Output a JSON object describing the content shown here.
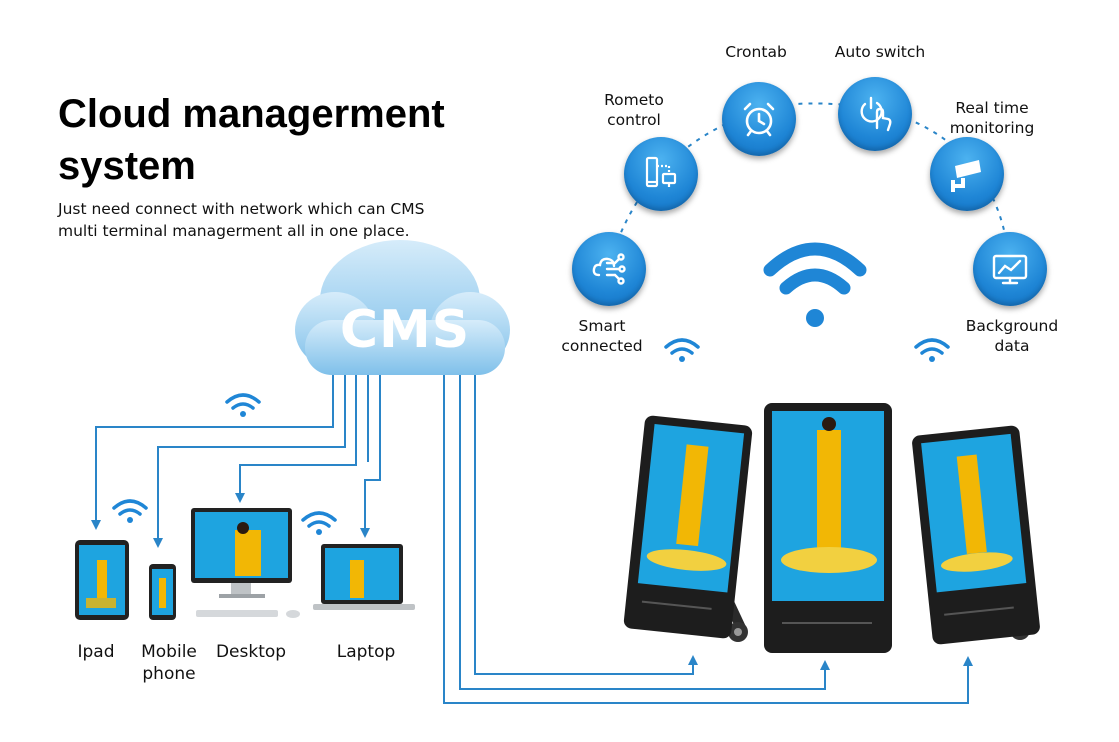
{
  "header": {
    "title_line1": "Cloud managerment",
    "title_line2": "system",
    "subtitle_line1": "Just need connect with network which can CMS",
    "subtitle_line2": "multi terminal managerment all in one place."
  },
  "cloud": {
    "label": "CMS"
  },
  "features": [
    {
      "line1": "Smart",
      "line2": "connected",
      "icon": "cloud-network-icon"
    },
    {
      "line1": "Rometo",
      "line2": "control",
      "icon": "remote-display-icon"
    },
    {
      "line1": "Crontab",
      "line2": "",
      "icon": "alarm-clock-icon"
    },
    {
      "line1": "Auto switch",
      "line2": "",
      "icon": "power-touch-icon"
    },
    {
      "line1": "Real time",
      "line2": "monitoring",
      "icon": "cctv-camera-icon"
    },
    {
      "line1": "Background",
      "line2": "data",
      "icon": "monitor-chart-icon"
    }
  ],
  "devices": [
    {
      "line1": "Ipad",
      "line2": ""
    },
    {
      "line1": "Mobile",
      "line2": "phone"
    },
    {
      "line1": "Desktop",
      "line2": ""
    },
    {
      "line1": "Laptop",
      "line2": ""
    }
  ],
  "colors": {
    "accent": "#1f86d6",
    "line": "#2a85c8",
    "screen": "#1ea4e0",
    "figure": "#f2b705"
  }
}
